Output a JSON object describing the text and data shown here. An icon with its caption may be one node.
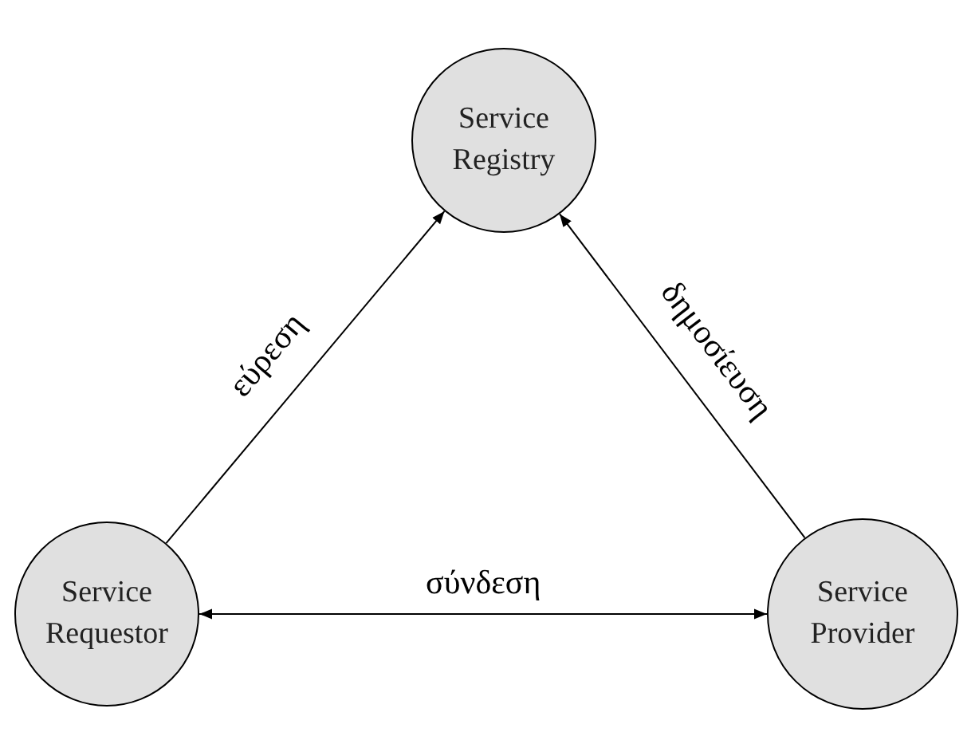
{
  "diagram": {
    "nodes": [
      {
        "text": [
          "Service Registry"
        ]
      },
      {
        "text": [
          "Service Requestor"
        ]
      },
      {
        "text": [
          "Service Provider"
        ]
      }
    ],
    "edges": [
      {
        "from": 1,
        "to": 0,
        "arrow": "to",
        "label": "εύρεση"
      },
      {
        "from": 2,
        "to": 0,
        "arrow": "to",
        "label": "δημοσίευση"
      },
      {
        "from": 1,
        "to": 2,
        "arrow": "both",
        "label": "σύνδεση"
      }
    ]
  }
}
